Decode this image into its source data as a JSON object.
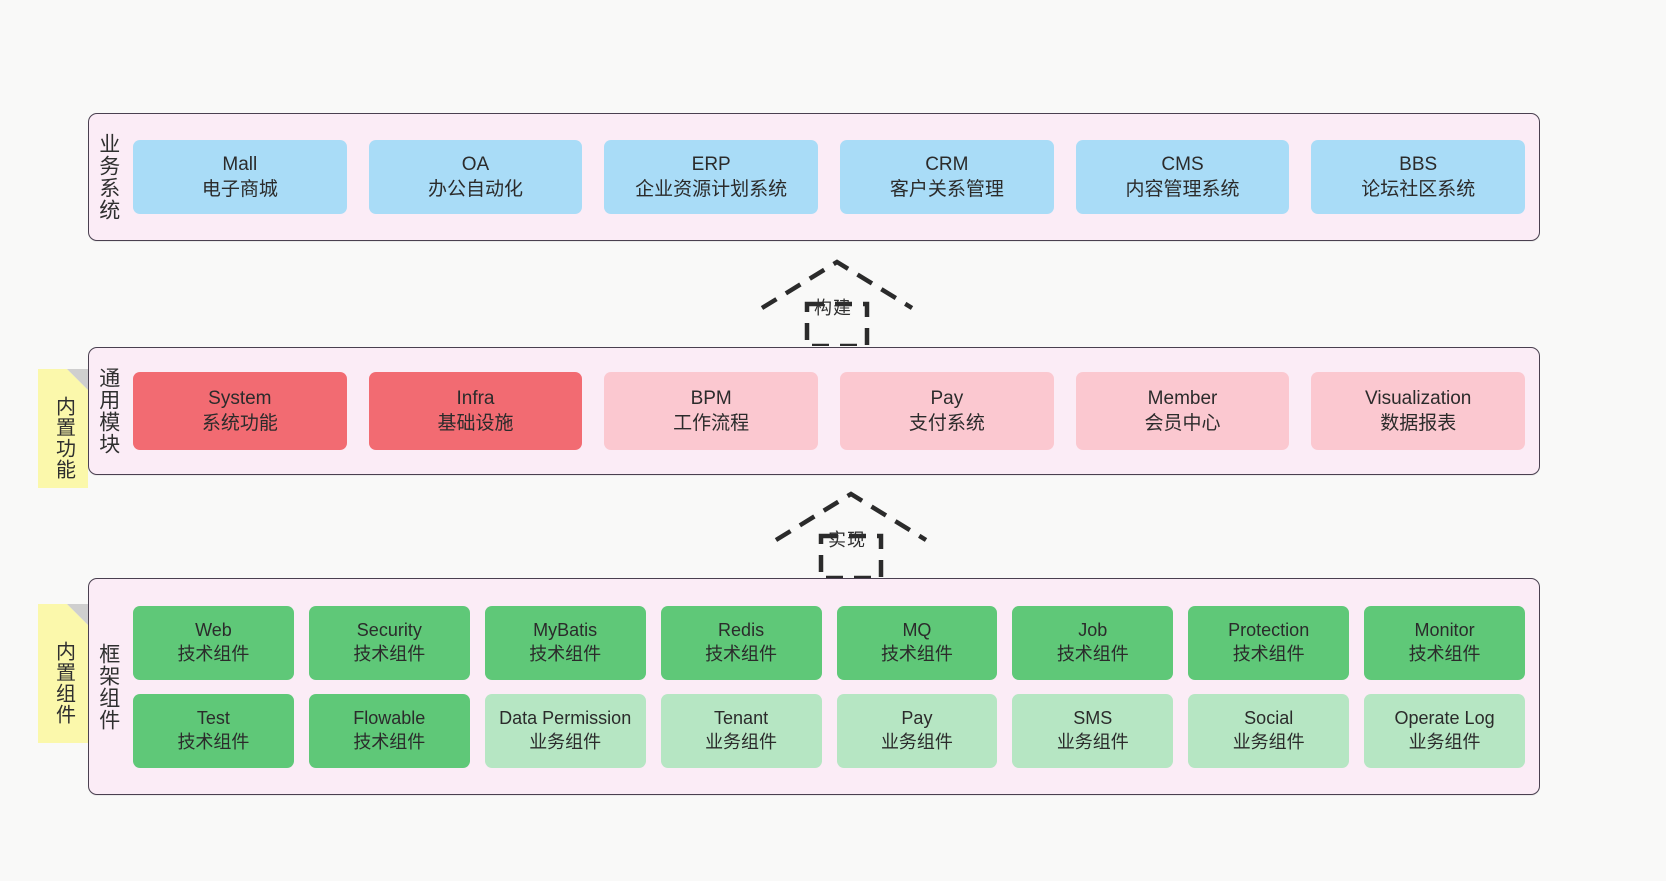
{
  "diagram": {
    "background_color": "#f9f9f8",
    "sections": [
      {
        "id": "business",
        "title": "业务系统",
        "panel_color": "#fbecf6",
        "rows": [
          {
            "cells": [
              {
                "name": "Mall",
                "desc": "电子商城",
                "color": "#a9dcf7",
                "style": "blue"
              },
              {
                "name": "OA",
                "desc": "办公自动化",
                "color": "#a9dcf7",
                "style": "blue"
              },
              {
                "name": "ERP",
                "desc": "企业资源计划系统",
                "color": "#a9dcf7",
                "style": "blue"
              },
              {
                "name": "CRM",
                "desc": "客户关系管理",
                "color": "#a9dcf7",
                "style": "blue"
              },
              {
                "name": "CMS",
                "desc": "内容管理系统",
                "color": "#a9dcf7",
                "style": "blue"
              },
              {
                "name": "BBS",
                "desc": "论坛社区系统",
                "color": "#a9dcf7",
                "style": "blue"
              }
            ]
          }
        ]
      },
      {
        "id": "modules",
        "title": "通用模块",
        "panel_color": "#fbecf6",
        "note": "内置功能",
        "rows": [
          {
            "cells": [
              {
                "name": "System",
                "desc": "系统功能",
                "color": "#f26b72",
                "style": "red"
              },
              {
                "name": "Infra",
                "desc": "基础设施",
                "color": "#f26b72",
                "style": "red"
              },
              {
                "name": "BPM",
                "desc": "工作流程",
                "color": "#fbc8d0",
                "style": "pink"
              },
              {
                "name": "Pay",
                "desc": "支付系统",
                "color": "#fbc8d0",
                "style": "pink"
              },
              {
                "name": "Member",
                "desc": "会员中心",
                "color": "#fbc8d0",
                "style": "pink"
              },
              {
                "name": "Visualization",
                "desc": "数据报表",
                "color": "#fbc8d0",
                "style": "pink"
              }
            ]
          }
        ]
      },
      {
        "id": "framework",
        "title": "框架组件",
        "panel_color": "#fbecf6",
        "note": "内置组件",
        "rows": [
          {
            "cells": [
              {
                "name": "Web",
                "desc": "技术组件",
                "color": "#5fc878",
                "style": "green"
              },
              {
                "name": "Security",
                "desc": "技术组件",
                "color": "#5fc878",
                "style": "green"
              },
              {
                "name": "MyBatis",
                "desc": "技术组件",
                "color": "#5fc878",
                "style": "green"
              },
              {
                "name": "Redis",
                "desc": "技术组件",
                "color": "#5fc878",
                "style": "green"
              },
              {
                "name": "MQ",
                "desc": "技术组件",
                "color": "#5fc878",
                "style": "green"
              },
              {
                "name": "Job",
                "desc": "技术组件",
                "color": "#5fc878",
                "style": "green"
              },
              {
                "name": "Protection",
                "desc": "技术组件",
                "color": "#5fc878",
                "style": "green"
              },
              {
                "name": "Monitor",
                "desc": "技术组件",
                "color": "#5fc878",
                "style": "green"
              }
            ]
          },
          {
            "cells": [
              {
                "name": "Test",
                "desc": "技术组件",
                "color": "#5fc878",
                "style": "green"
              },
              {
                "name": "Flowable",
                "desc": "技术组件",
                "color": "#5fc878",
                "style": "green"
              },
              {
                "name": "Data Permission",
                "desc": "业务组件",
                "color": "#b6e6c3",
                "style": "lgreen"
              },
              {
                "name": "Tenant",
                "desc": "业务组件",
                "color": "#b6e6c3",
                "style": "lgreen"
              },
              {
                "name": "Pay",
                "desc": "业务组件",
                "color": "#b6e6c3",
                "style": "lgreen"
              },
              {
                "name": "SMS",
                "desc": "业务组件",
                "color": "#b6e6c3",
                "style": "lgreen"
              },
              {
                "name": "Social",
                "desc": "业务组件",
                "color": "#b6e6c3",
                "style": "lgreen"
              },
              {
                "name": "Operate Log",
                "desc": "业务组件",
                "color": "#b6e6c3",
                "style": "lgreen"
              }
            ]
          }
        ]
      }
    ],
    "connectors": [
      {
        "id": "build",
        "label": "构建",
        "style": "dashed-hollow-arrow-up",
        "from": "通用模块",
        "to": "业务系统"
      },
      {
        "id": "implement",
        "label": "实现",
        "style": "dashed-hollow-arrow-up",
        "from": "框架组件",
        "to": "通用模块"
      }
    ]
  }
}
